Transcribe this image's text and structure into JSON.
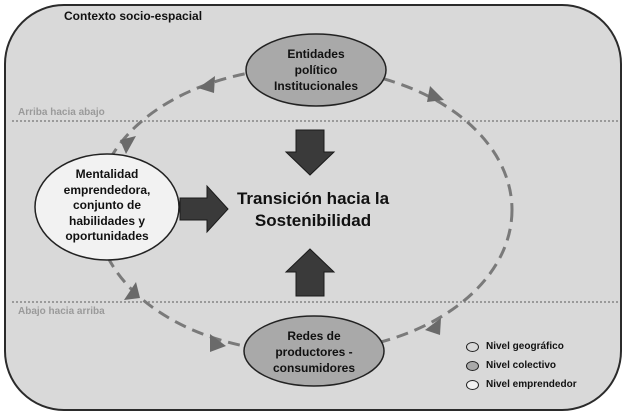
{
  "context": {
    "title": "Contexto socio-espacial"
  },
  "levels": {
    "top_down": "Arriba hacia abajo",
    "bottom_up": "Abajo hacia arriba"
  },
  "nodes": {
    "entities": {
      "lines": [
        "Entidades",
        "político",
        "Institucionales"
      ],
      "fill": "#a9a9a9"
    },
    "mindset": {
      "lines": [
        "Mentalidad",
        "emprendedora,",
        "conjunto de",
        "habilidades y",
        "oportunidades"
      ],
      "fill": "#f2f2f2"
    },
    "networks": {
      "lines": [
        "Redes de",
        "productores -",
        "consumidores"
      ],
      "fill": "#a9a9a9"
    }
  },
  "center": {
    "lines": [
      "Transición hacia la",
      "Sostenibilidad"
    ]
  },
  "legend": [
    {
      "label": "Nivel geográfico",
      "color": "#d9d9d9"
    },
    {
      "label": "Nivel colectivo",
      "color": "#a9a9a9"
    },
    {
      "label": "Nivel emprendedor",
      "color": "#f2f2f2"
    }
  ]
}
